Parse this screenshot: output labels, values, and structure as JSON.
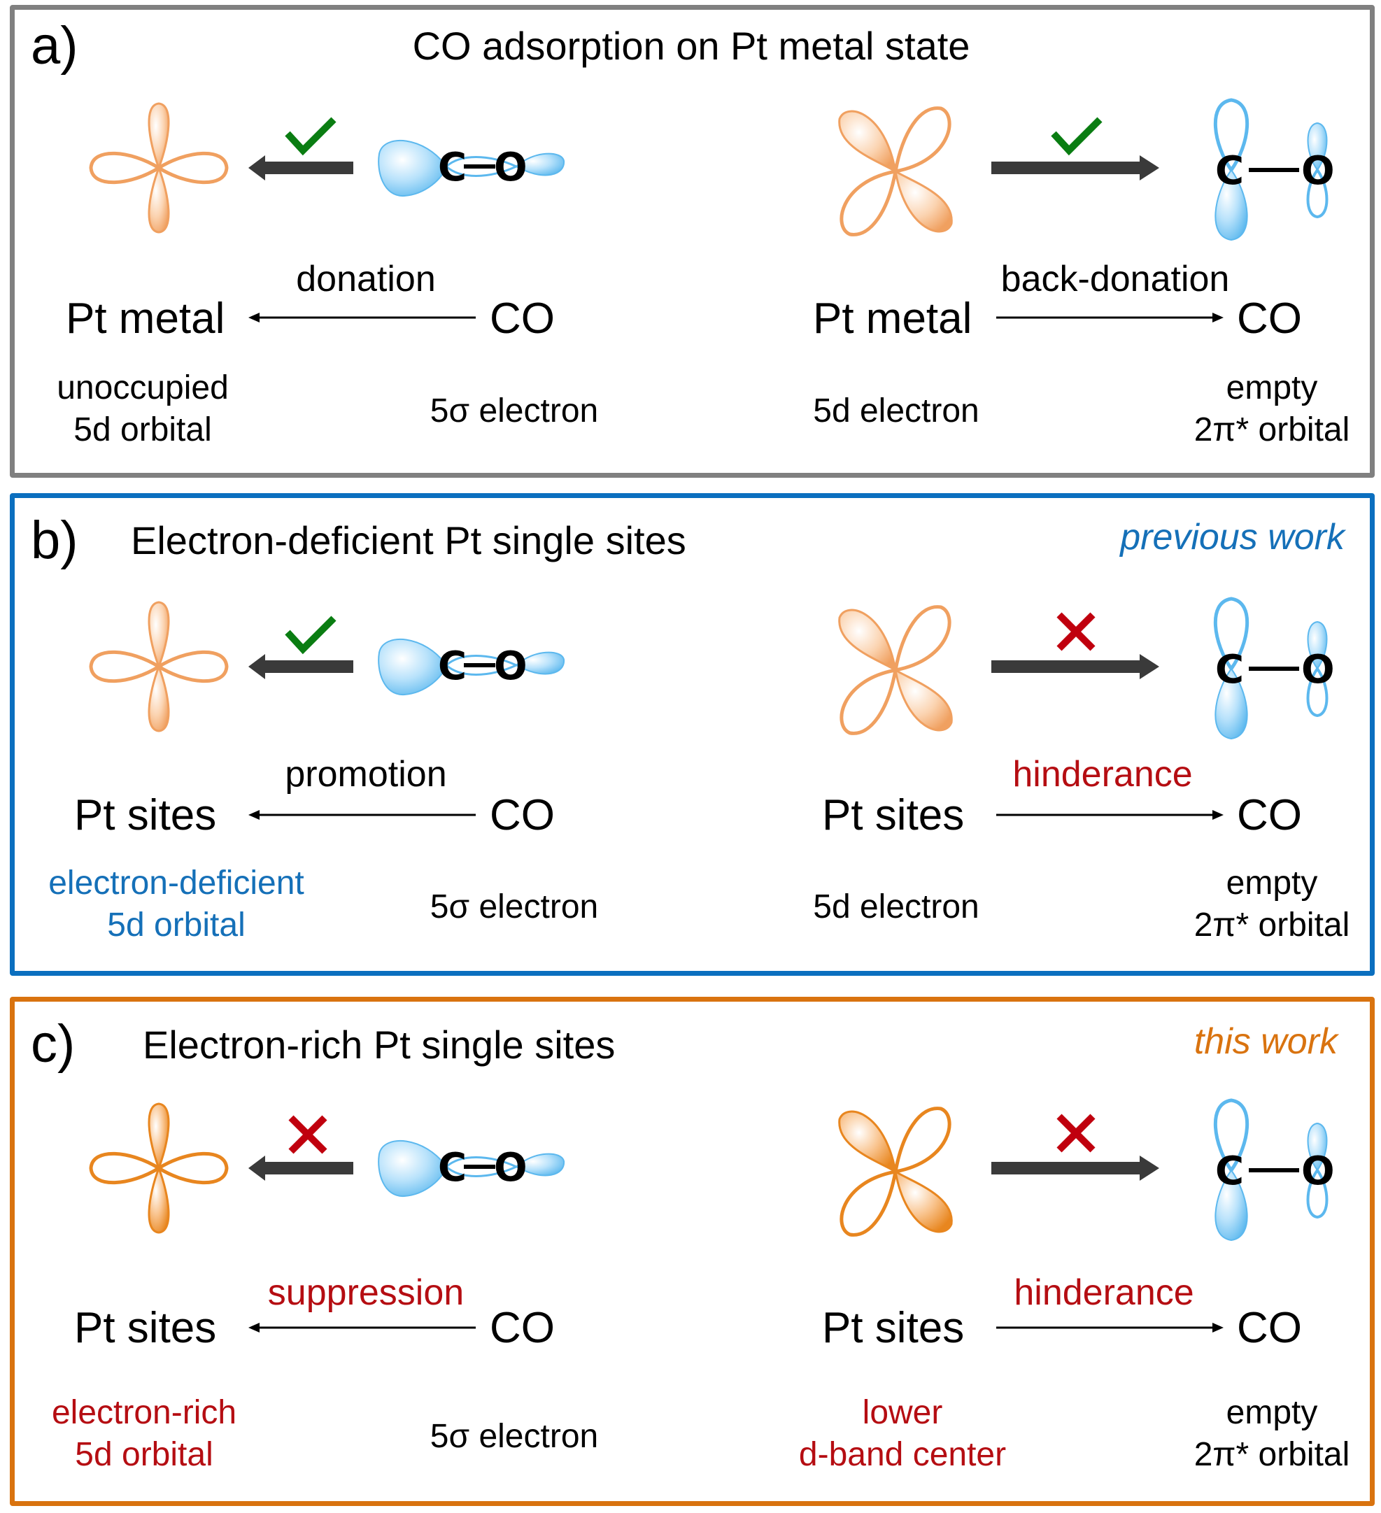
{
  "colors": {
    "panel_a_border": "#808080",
    "panel_b_border": "#0b6fbf",
    "panel_c_border": "#d9730f",
    "d_orbital_light": "#f0a060",
    "d_orbital_strong": "#e8861f",
    "co_orbital": "#5cb8ee",
    "check": "#0a7d12",
    "cross": "#c0000e",
    "arrow": "#3a3a3a"
  },
  "panels": [
    {
      "label": "a)",
      "title": "CO adsorption on Pt metal state",
      "tag": "",
      "left": {
        "status_icon": "check-icon",
        "process": "donation",
        "from": "CO",
        "to": "Pt metal",
        "pt_desc": [
          "unoccupied",
          "5d orbital"
        ],
        "co_desc": "5σ electron"
      },
      "right": {
        "status_icon": "check-icon",
        "process": "back-donation",
        "from": "Pt metal",
        "to": "CO",
        "pt_desc": [
          "5d electron"
        ],
        "co_desc": [
          "empty",
          "2π* orbital"
        ]
      }
    },
    {
      "label": "b)",
      "title": "Electron-deficient Pt single sites",
      "tag": "previous work",
      "left": {
        "status_icon": "check-icon",
        "process": "promotion",
        "from": "CO",
        "to": "Pt sites",
        "pt_desc": [
          "electron-deficient",
          "5d orbital"
        ],
        "co_desc": "5σ electron"
      },
      "right": {
        "status_icon": "cross-icon",
        "process": "hinderance",
        "from": "Pt sites",
        "to": "CO",
        "pt_desc": [
          "5d electron"
        ],
        "co_desc": [
          "empty",
          "2π* orbital"
        ]
      }
    },
    {
      "label": "c)",
      "title": "Electron-rich Pt single sites",
      "tag": "this work",
      "left": {
        "status_icon": "cross-icon",
        "process": "suppression",
        "from": "CO",
        "to": "Pt sites",
        "pt_desc": [
          "electron-rich",
          "5d orbital"
        ],
        "co_desc": "5σ electron"
      },
      "right": {
        "status_icon": "cross-icon",
        "process": "hinderance",
        "from": "Pt sites",
        "to": "CO",
        "pt_desc": [
          "lower",
          "d-band center"
        ],
        "co_desc": [
          "empty",
          "2π* orbital"
        ]
      }
    }
  ],
  "atoms": {
    "carbon": "C",
    "oxygen": "O"
  }
}
